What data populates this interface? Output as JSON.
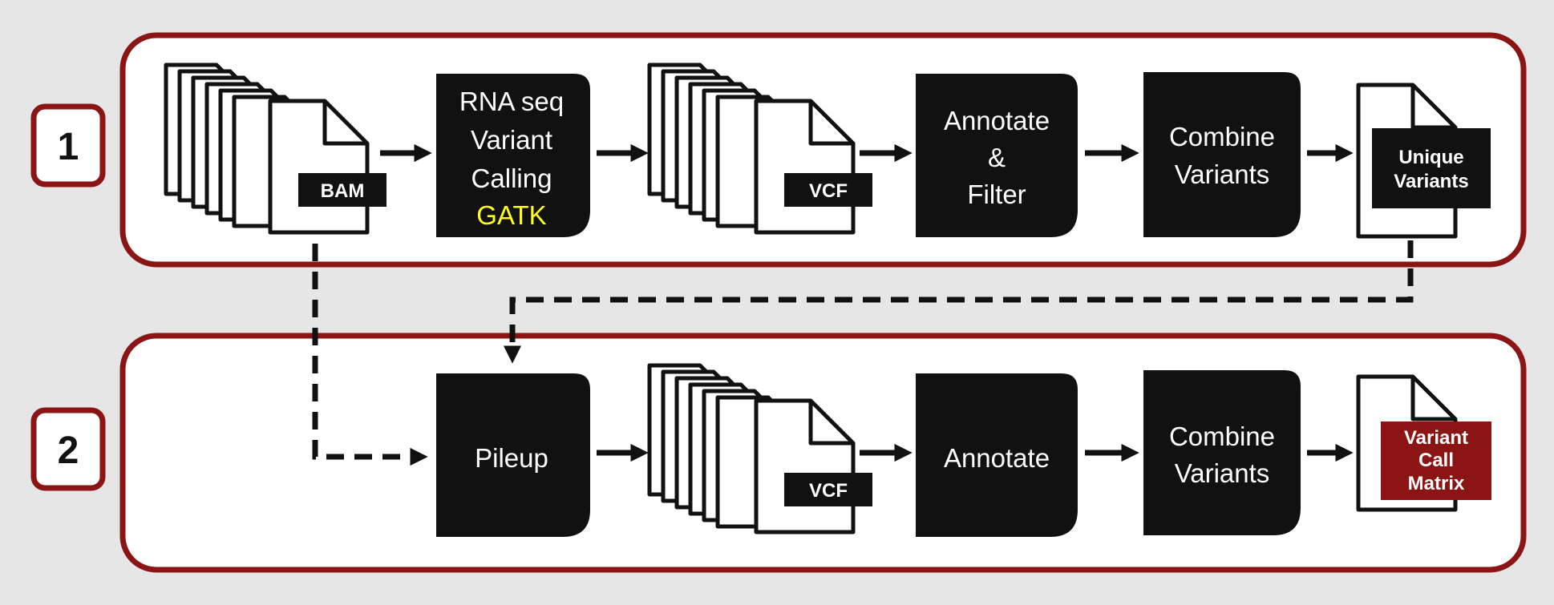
{
  "colors": {
    "background": "#e6e6e6",
    "panel_border": "#8b1414",
    "box": "#111111",
    "gatk": "#ffff1a",
    "matrix": "#8b1414"
  },
  "row1": {
    "number": "1",
    "input_tag": "BAM",
    "step1": [
      "RNA seq",
      "Variant",
      "Calling"
    ],
    "step1_tool": "GATK",
    "files_tag": "VCF",
    "step2": [
      "Annotate",
      "&",
      "Filter"
    ],
    "step3": [
      "Combine",
      "Variants"
    ],
    "output_tag": [
      "Unique",
      "Variants"
    ]
  },
  "row2": {
    "number": "2",
    "step1": [
      "Pileup"
    ],
    "files_tag": "VCF",
    "step2": [
      "Annotate"
    ],
    "step3": [
      "Combine",
      "Variants"
    ],
    "output_tag": [
      "Variant",
      "Call",
      "Matrix"
    ]
  }
}
